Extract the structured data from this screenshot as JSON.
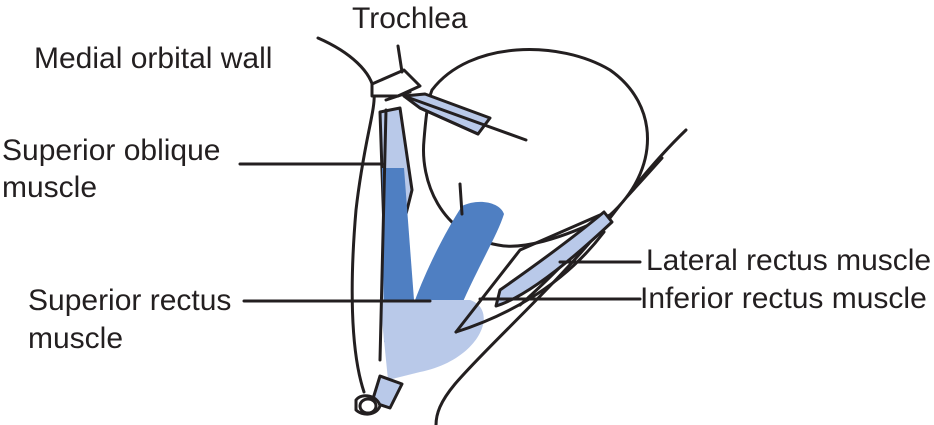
{
  "labels": {
    "trochlea": "Trochlea",
    "medial_orbital_wall": "Medial orbital wall",
    "superior_oblique_line1": "Superior oblique",
    "superior_oblique_line2": "muscle",
    "superior_rectus_line1": "Superior rectus",
    "superior_rectus_line2": "muscle",
    "lateral_rectus": "Lateral rectus muscle",
    "inferior_rectus": "Inferior rectus muscle"
  },
  "colors": {
    "outline": "#231f20",
    "muscle_dark": "#4f7fc2",
    "muscle_light": "#b9c9e9",
    "background": "#ffffff"
  }
}
